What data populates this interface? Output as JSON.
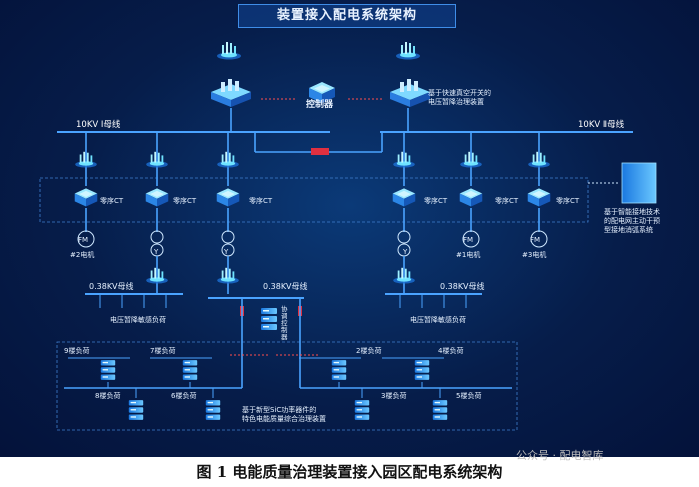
{
  "title": "装置接入配电系统架构",
  "controller_label": "控制器",
  "fast_switch_device": "基于快速真空开关的\n电压暂降治理装置",
  "bus_10kv_1": "10KV Ⅰ母线",
  "bus_10kv_2": "10KV Ⅱ母线",
  "ct_label": "零序CT",
  "fm": "FM",
  "motor_2": "#2电机",
  "motor_1": "#1电机",
  "motor_3": "#3电机",
  "y_symbol": "Y",
  "ground_system": "基于智能接地技术\n的配电网主动干预\n型接地消弧系统",
  "bus_038_left": "0.38KV母线",
  "bus_038_mid": "0.38KV母线",
  "bus_038_right": "0.38KV母线",
  "sensitive_load_left": "电压暂降敏感负荷",
  "sensitive_load_right": "电压暂降敏感负荷",
  "coord_controller": "协调控制器",
  "loads": {
    "b9": "9楼负荷",
    "b7": "7楼负荷",
    "b8": "8楼负荷",
    "b6": "6楼负荷",
    "b2": "2楼负荷",
    "b4": "4楼负荷",
    "b3": "3楼负荷",
    "b5": "5楼负荷"
  },
  "sic_device": "基于新型SiC功率器件的\n特色电能质量综合治理装置",
  "caption": "图 1 电能质量治理装置接入园区配电系统架构",
  "watermark": "公众号 · 配电智库",
  "colors": {
    "line": "#4aa3ff",
    "dash_red": "#ff4d4d",
    "bg": "#061d4a",
    "device": "#3ab0ff"
  }
}
